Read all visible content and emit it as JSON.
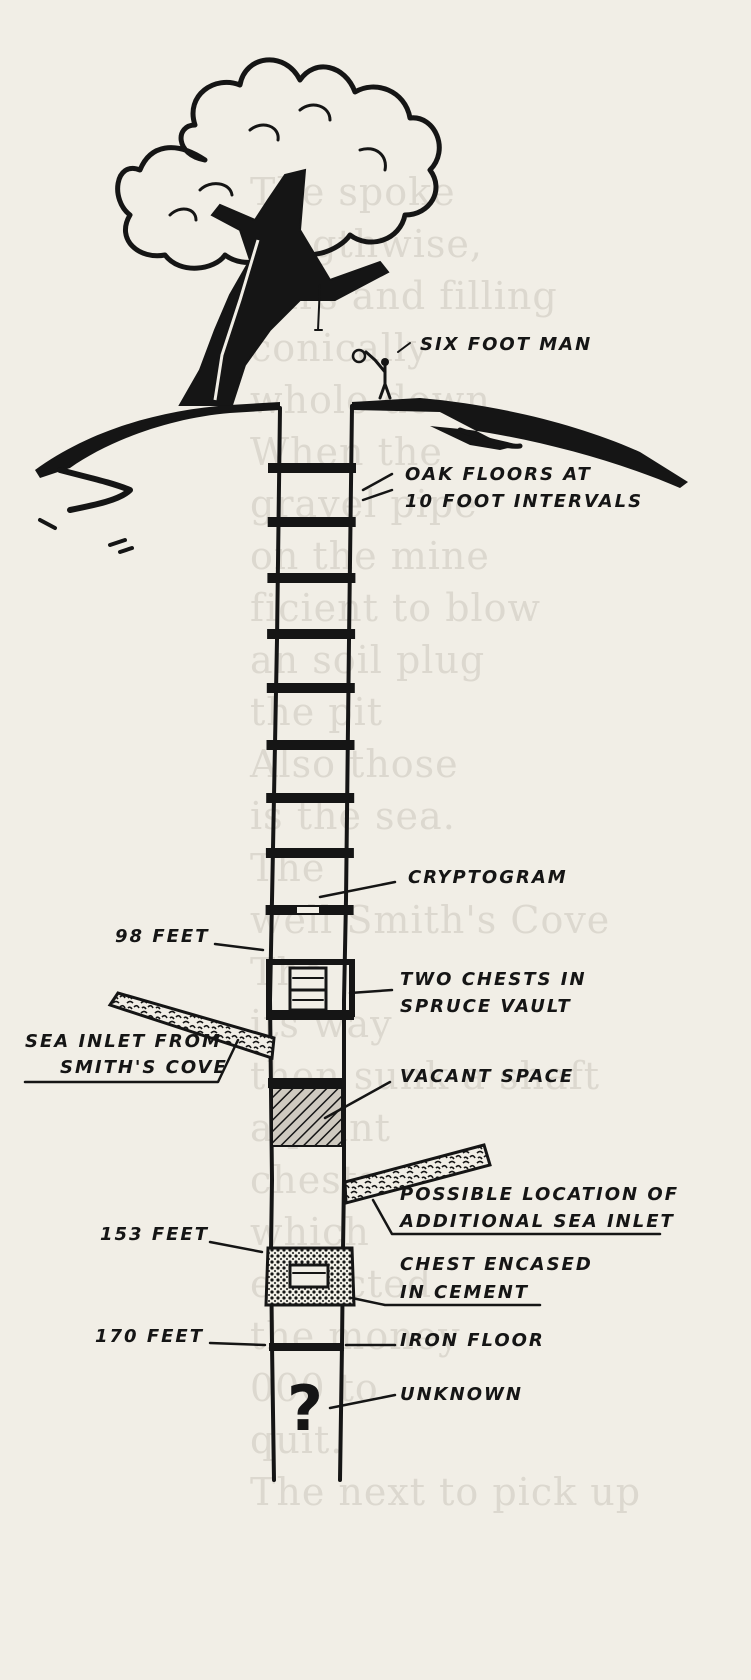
{
  "labels": {
    "man": "SIX FOOT MAN",
    "oak_1": "OAK FLOORS AT",
    "oak_2": "10 FOOT INTERVALS",
    "cryptogram": "CRYPTOGRAM",
    "depth_98": "98 FEET",
    "chests_1": "TWO CHESTS IN",
    "chests_2": "SPRUCE VAULT",
    "sea_inlet_1": "SEA INLET FROM",
    "sea_inlet_2": "SMITH'S COVE",
    "vacant": "VACANT SPACE",
    "possible_1": "POSSIBLE LOCATION OF",
    "possible_2": "ADDITIONAL SEA INLET",
    "depth_153": "153 FEET",
    "cement_1": "CHEST ENCASED",
    "cement_2": "IN CEMENT",
    "depth_170": "170 FEET",
    "iron": "IRON FLOOR",
    "unknown_mark": "?",
    "unknown": "UNKNOWN"
  },
  "background_text": [
    "The spoke",
    "lengthwise,",
    "bars and filling",
    "conically",
    "whole down",
    "When the",
    "gravel pipe",
    "on the mine",
    "ficient to blow",
    "an soil plug",
    "the pit",
    "Also those",
    "is the sea.",
    "The",
    "well Smith's Cove",
    "The",
    "its way",
    "then sunk a shaft",
    "a point",
    "chests",
    "which",
    "expected",
    "the money",
    "000 to",
    "quit.",
    "The next to pick up"
  ],
  "colors": {
    "ink": "#151515",
    "paper": "#f1eee6",
    "ghost": "#dcd8cf"
  }
}
